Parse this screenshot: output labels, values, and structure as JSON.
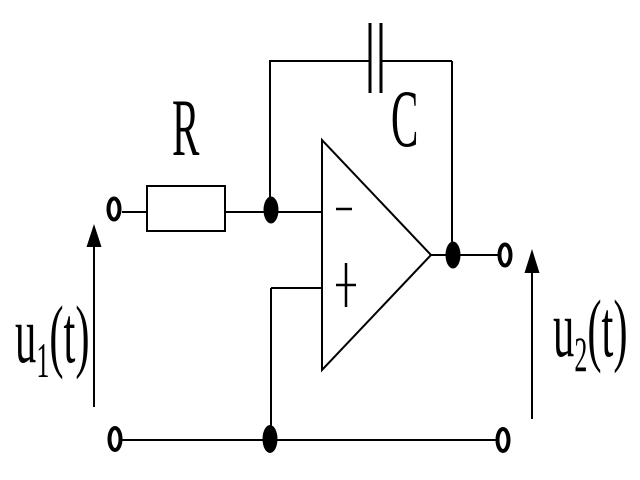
{
  "colors": {
    "background": "#ffffff",
    "ink": "#000000"
  },
  "labels": {
    "resistor": "R",
    "capacitor": "C",
    "opamp_inverting_sign": "−",
    "opamp_noninverting_sign": "+",
    "input_voltage": {
      "base": "u",
      "sub": "1",
      "rest": "(t)"
    },
    "output_voltage": {
      "base": "u",
      "sub": "2",
      "rest": "(t)"
    }
  }
}
